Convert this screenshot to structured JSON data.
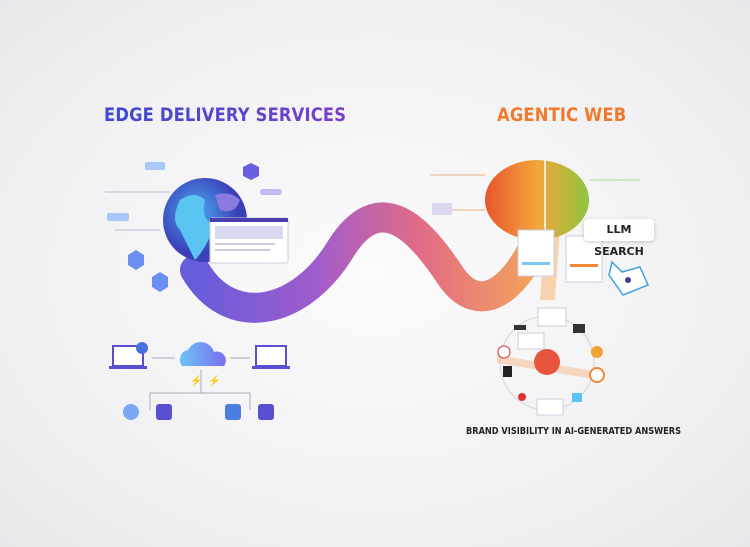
{
  "left_section": {
    "title": "EDGE DELIVERY SERVICES"
  },
  "right_section": {
    "title": "AGENTIC WEB",
    "badge": "LLM SEARCH",
    "caption": "BRAND VISIBILITY IN AI-GENERATED ANSWERS"
  },
  "colors": {
    "left_accent": "#5a3fd0",
    "right_accent": "#f07a2a",
    "ribbon_start": "#6a4fd8",
    "ribbon_end": "#f39a4a"
  }
}
